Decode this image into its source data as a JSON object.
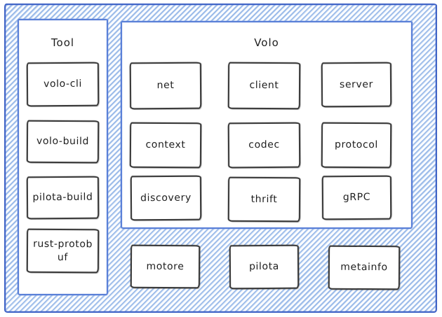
{
  "colors": {
    "frame_border": "#4165c7",
    "panel_border": "#5a80d8",
    "hatch_line": "#9fc0e8",
    "node_border": "#3a3a3a",
    "node_fill": "#ffffff",
    "text": "#1d1d1d"
  },
  "tool_panel": {
    "title": "Tool",
    "boxes": [
      {
        "label": "volo-cli"
      },
      {
        "label": "volo-build"
      },
      {
        "label": "pilota-build"
      },
      {
        "label": "rust-protob\nuf"
      }
    ]
  },
  "volo_panel": {
    "title": "Volo",
    "boxes": [
      {
        "label": "net"
      },
      {
        "label": "client"
      },
      {
        "label": "server"
      },
      {
        "label": "context"
      },
      {
        "label": "codec"
      },
      {
        "label": "protocol"
      },
      {
        "label": "discovery"
      },
      {
        "label": "thrift"
      },
      {
        "label": "gRPC"
      }
    ]
  },
  "standalone_boxes": [
    {
      "label": "motore"
    },
    {
      "label": "pilota"
    },
    {
      "label": "metainfo"
    }
  ]
}
